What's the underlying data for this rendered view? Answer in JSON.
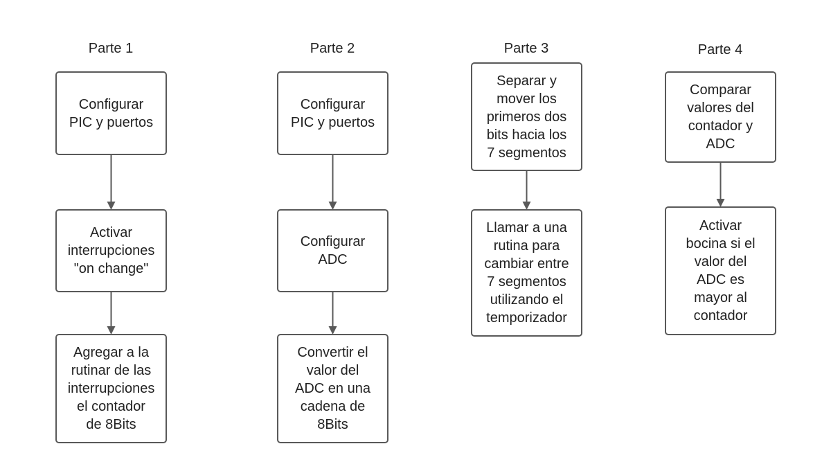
{
  "columns": [
    {
      "title": "Parte 1",
      "steps": [
        "Configurar\nPIC y puertos",
        "Activar\ninterrupciones\n\"on change\"",
        "Agregar a la\nrutinar de las\ninterrupciones\nel contador\nde 8Bits"
      ]
    },
    {
      "title": "Parte 2",
      "steps": [
        "Configurar\nPIC y puertos",
        "Configurar\nADC",
        "Convertir el\nvalor del\nADC en una\ncadena de\n8Bits"
      ]
    },
    {
      "title": "Parte 3",
      "steps": [
        "Separar y\nmover los\nprimeros dos\nbits hacia los\n7 segmentos",
        "Llamar a una\nrutina para\ncambiar entre\n7 segmentos\nutilizando el\ntemporizador"
      ]
    },
    {
      "title": "Parte 4",
      "steps": [
        "Comparar\nvalores del\ncontador y\nADC",
        "Activar\nbocina si el\nvalor del\nADC es\nmayor al\ncontador"
      ]
    }
  ],
  "colors": {
    "box_border": "#595959",
    "arrow": "#595959",
    "text": "#222222",
    "background": "#ffffff"
  }
}
